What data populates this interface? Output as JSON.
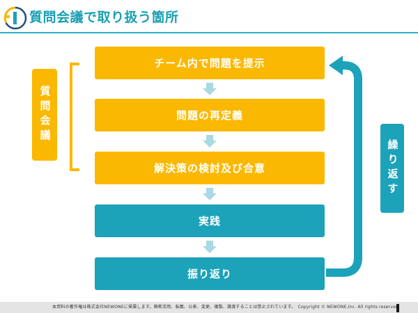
{
  "header": {
    "title": "質問会議で取り扱う箇所"
  },
  "flow": {
    "steps": [
      {
        "label": "チーム内で問題を提示",
        "color": "#fbb800"
      },
      {
        "label": "問題の再定義",
        "color": "#fbb800"
      },
      {
        "label": "解決策の検討及び合意",
        "color": "#fbb800"
      },
      {
        "label": "実践",
        "color": "#1ca2b9"
      },
      {
        "label": "振り返り",
        "color": "#1ca2b9"
      }
    ],
    "arrow_color": "#a9d9e2"
  },
  "side_labels": {
    "left": "質問会議",
    "right": "繰り返す"
  },
  "footer": {
    "text": "本資料の著作権は株式会社NEWONEに帰属します。無断活用、転載、公表、変更、複製、譲渡することは禁止されています。　Copyright © NEWONE,Inc. All rights reserved."
  },
  "colors": {
    "accent_teal": "#1ca2b9",
    "accent_yellow": "#fbb800"
  }
}
